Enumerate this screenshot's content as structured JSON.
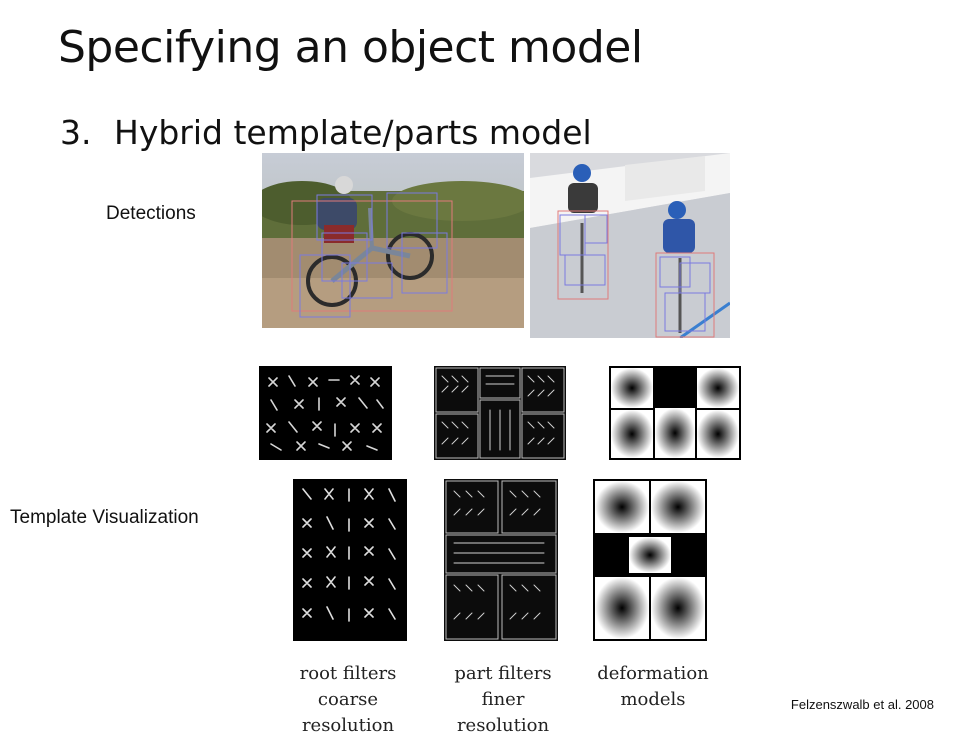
{
  "slide": {
    "title": "Specifying an object model",
    "item_number": "3.",
    "item_text": "Hybrid template/parts model",
    "detections_label": "Detections",
    "template_label": "Template Visualization",
    "captions": {
      "root_line1": "root filters",
      "root_line2": "coarse resolution",
      "part_line1": "part filters",
      "part_line2": "finer resolution",
      "deform_line1": "deformation",
      "deform_line2": "models"
    },
    "citation": "Felzenszwalb et al. 2008"
  }
}
